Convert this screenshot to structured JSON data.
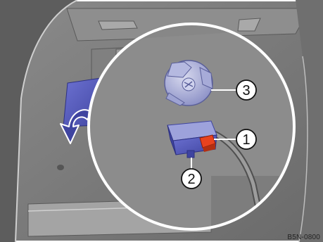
{
  "figure": {
    "code": "B5N-0800",
    "callouts": [
      {
        "number": "1",
        "part": "connector-clip"
      },
      {
        "number": "2",
        "part": "connector-housing"
      },
      {
        "number": "3",
        "part": "cover-cap"
      }
    ],
    "colors": {
      "panel_grey": "#7b7b7b",
      "panel_dark": "#5e5e5e",
      "highlight_blue": "#5a5fc0",
      "highlight_blue_dark": "#3f44a0",
      "clip_red": "#e8421f",
      "callout_ring": "#ffffff"
    },
    "icons": [
      "curved-arrow-icon",
      "phillips-screw-icon"
    ]
  }
}
